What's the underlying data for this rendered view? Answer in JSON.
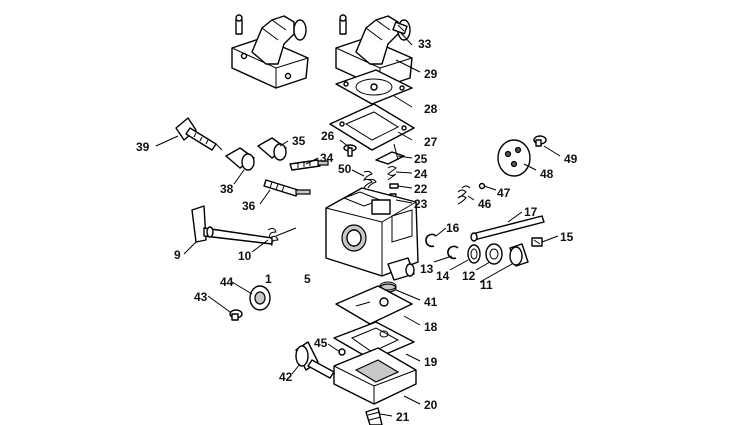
{
  "callouts": [
    {
      "id": "c33",
      "text": "33"
    },
    {
      "id": "c29",
      "text": "29"
    },
    {
      "id": "c28",
      "text": "28"
    },
    {
      "id": "c27",
      "text": "27"
    },
    {
      "id": "c26",
      "text": "26"
    },
    {
      "id": "c25",
      "text": "25"
    },
    {
      "id": "c24",
      "text": "24"
    },
    {
      "id": "c22",
      "text": "22"
    },
    {
      "id": "c23",
      "text": "23"
    },
    {
      "id": "c50",
      "text": "50"
    },
    {
      "id": "c34",
      "text": "34"
    },
    {
      "id": "c35",
      "text": "35"
    },
    {
      "id": "c39",
      "text": "39"
    },
    {
      "id": "c38",
      "text": "38"
    },
    {
      "id": "c36",
      "text": "36"
    },
    {
      "id": "c49",
      "text": "49"
    },
    {
      "id": "c48",
      "text": "48"
    },
    {
      "id": "c47",
      "text": "47"
    },
    {
      "id": "c46",
      "text": "46"
    },
    {
      "id": "c17",
      "text": "17"
    },
    {
      "id": "c16",
      "text": "16"
    },
    {
      "id": "c15",
      "text": "15"
    },
    {
      "id": "c13",
      "text": "13"
    },
    {
      "id": "c14",
      "text": "14"
    },
    {
      "id": "c12",
      "text": "12"
    },
    {
      "id": "c11",
      "text": "11"
    },
    {
      "id": "c9",
      "text": "9"
    },
    {
      "id": "c10",
      "text": "10"
    },
    {
      "id": "c1",
      "text": "1"
    },
    {
      "id": "c5",
      "text": "5"
    },
    {
      "id": "c44",
      "text": "44"
    },
    {
      "id": "c43",
      "text": "43"
    },
    {
      "id": "c41",
      "text": "41"
    },
    {
      "id": "c18",
      "text": "18"
    },
    {
      "id": "c45",
      "text": "45"
    },
    {
      "id": "c42",
      "text": "42"
    },
    {
      "id": "c19",
      "text": "19"
    },
    {
      "id": "c20",
      "text": "20"
    },
    {
      "id": "c21",
      "text": "21"
    }
  ]
}
